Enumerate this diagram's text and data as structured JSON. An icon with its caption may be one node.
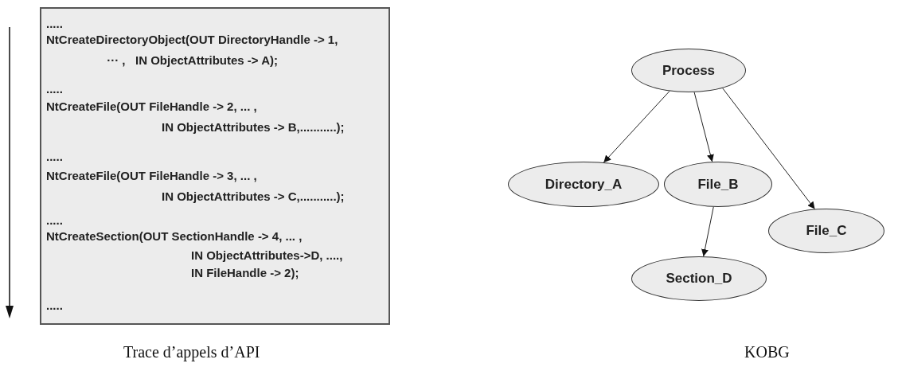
{
  "diagram": {
    "nodes": [
      {
        "text": [
          ".....",
          "NtCreateDirectoryObject(OUT DirectoryHandle -> 1,",
          " ··· ,   IN ObjectAttributes -> A);",
          ".....",
          "NtCreateFile(OUT FileHandle -> 2, ... ,",
          "IN ObjectAttributes -> B,...........);",
          ".....",
          "NtCreateFile(OUT FileHandle -> 3, ... ,",
          "IN ObjectAttributes -> C,...........);",
          ".....",
          "NtCreateSection(OUT SectionHandle -> 4, ... ,",
          "IN ObjectAttributes->D, ....,",
          "IN FileHandle -> 2);",
          "....."
        ]
      },
      {
        "text": [
          "Process"
        ]
      },
      {
        "text": [
          "Directory_A"
        ]
      },
      {
        "text": [
          "File_B"
        ]
      },
      {
        "text": [
          "File_C"
        ]
      },
      {
        "text": [
          "Section_D"
        ]
      }
    ],
    "edges": [
      {
        "from": 1,
        "to": 2,
        "arrow": "to"
      },
      {
        "from": 1,
        "to": 3,
        "arrow": "to"
      },
      {
        "from": 1,
        "to": 4,
        "arrow": "to"
      },
      {
        "from": 3,
        "to": 5,
        "arrow": "to"
      }
    ],
    "labels": [
      "Trace d’appels d’API",
      "KOBG"
    ]
  }
}
